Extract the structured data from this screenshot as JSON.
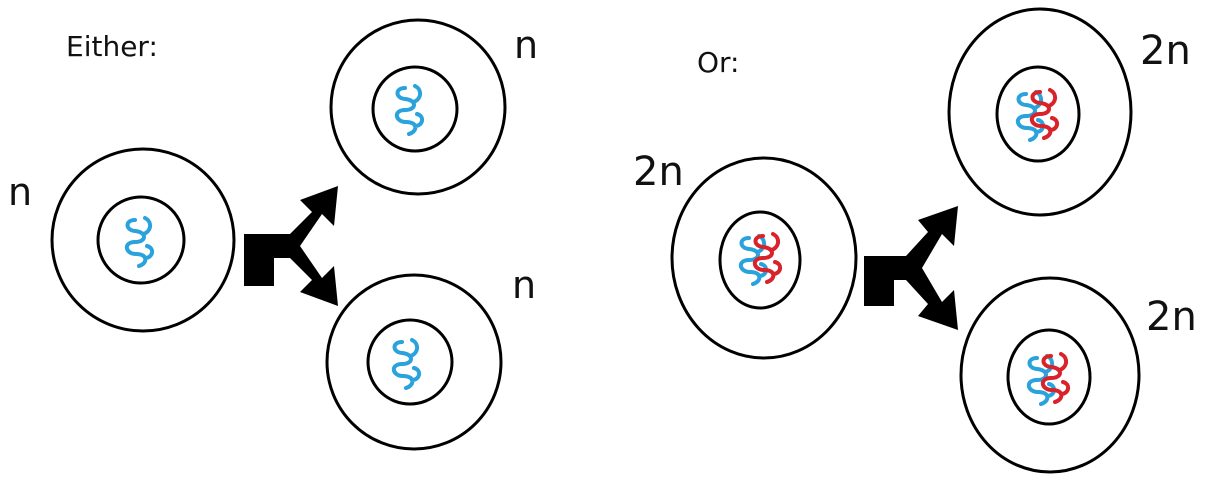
{
  "left_panel": {
    "heading": "Either:",
    "parent_label": "n",
    "daughter_top_label": "n",
    "daughter_bottom_label": "n"
  },
  "right_panel": {
    "heading": "Or:",
    "parent_label": "2n",
    "daughter_top_label": "2n",
    "daughter_bottom_label": "2n"
  },
  "colors": {
    "outline": "#000000",
    "chromosome_set_1": "#2aa3dc",
    "chromosome_set_2": "#d8232a",
    "arrow": "#000000"
  },
  "icons": {
    "cell": "cell-circle",
    "nucleus": "nucleus-circle",
    "chromosome": "chromosome-squiggle",
    "arrow": "split-arrow-icon"
  }
}
